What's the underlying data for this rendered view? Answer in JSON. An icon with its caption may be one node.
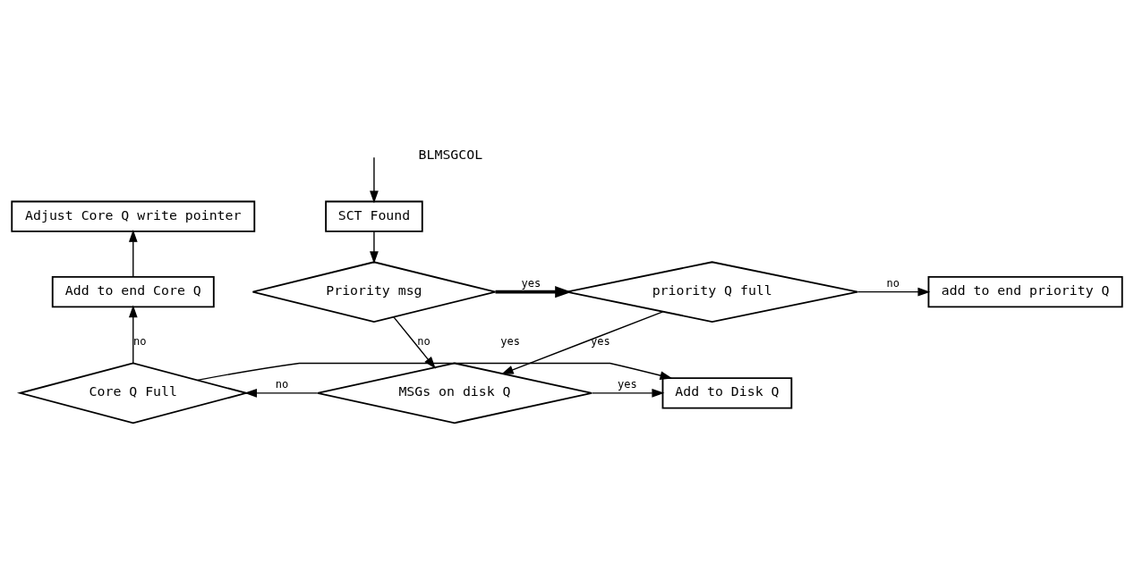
{
  "diagram": {
    "nodes": [
      {
        "text": [
          "Adjust Core Q write pointer"
        ]
      },
      {
        "text": [
          "SCT Found"
        ]
      },
      {
        "text": [
          "Add to end Core Q"
        ]
      },
      {
        "text": [
          "Priority msg"
        ]
      },
      {
        "text": [
          "priority Q full"
        ]
      },
      {
        "text": [
          "add to end priority Q"
        ]
      },
      {
        "text": [
          "Core Q Full"
        ]
      },
      {
        "text": [
          "MSGs on disk Q"
        ]
      },
      {
        "text": [
          "Add to Disk Q"
        ]
      }
    ],
    "edges": [
      {
        "from": null,
        "to": 1,
        "arrow": "to"
      },
      {
        "from": 1,
        "to": 3,
        "arrow": "to"
      },
      {
        "from": 3,
        "to": 4,
        "arrow": "to",
        "label": "yes",
        "style": "thick"
      },
      {
        "from": 4,
        "to": 5,
        "arrow": "to",
        "label": "no"
      },
      {
        "from": 4,
        "to": 7,
        "arrow": "to",
        "label": "yes"
      },
      {
        "from": 3,
        "to": 7,
        "arrow": "to",
        "label": "no"
      },
      {
        "from": 7,
        "to": 6,
        "arrow": "to",
        "label": "no"
      },
      {
        "from": 7,
        "to": 8,
        "arrow": "to",
        "label": "yes"
      },
      {
        "from": 6,
        "to": 2,
        "arrow": "to",
        "label": "no"
      },
      {
        "from": 2,
        "to": 0,
        "arrow": "to"
      },
      {
        "from": 6,
        "to": 8,
        "arrow": "to",
        "label": "yes"
      }
    ],
    "labels": [
      "BLMSGCOL"
    ]
  }
}
